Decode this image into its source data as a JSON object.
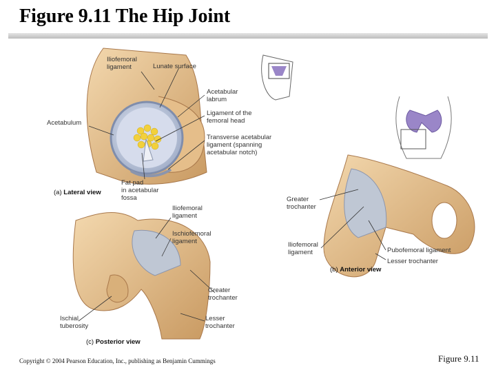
{
  "title": "Figure 9.11  The Hip Joint",
  "panels": {
    "lateral": {
      "letter": "(a)",
      "view": "Lateral view",
      "labels": {
        "iliofemoral": "Iliofemoral\nligament",
        "lunate": "Lunate surface",
        "labrum": "Acetabular\nlabrum",
        "lig_head": "Ligament of the\nfemoral head",
        "transverse": "Transverse acetabular\nligament (spanning\nacetabular notch)",
        "acetabulum": "Acetabulum",
        "fat_pad": "Fat pad\nin acetabular\nfossa"
      }
    },
    "anterior": {
      "letter": "(b)",
      "view": "Anterior view",
      "labels": {
        "greater": "Greater\ntrochanter",
        "iliofemoral": "Iliofemoral\nligament",
        "pubofemoral": "Pubofemoral ligament",
        "lesser": "Lesser trochanter"
      }
    },
    "posterior": {
      "letter": "(c)",
      "view": "Posterior view",
      "labels": {
        "iliofemoral": "Iliofemoral\nligament",
        "ischiofemoral": "Ischiofemoral\nligament",
        "greater": "Greater\ntrochanter",
        "ischial": "Ischial\ntuberosity",
        "lesser": "Lesser\ntrochanter"
      }
    }
  },
  "footer": {
    "copyright": "Copyright © 2004 Pearson Education, Inc., publishing as Benjamin Cummings",
    "figure_number": "Figure 9.11"
  },
  "colors": {
    "bone": "#e7c392",
    "bone_dark": "#b98a55",
    "ligament": "#b9c4d4",
    "cartilage": "#c8d3ea",
    "fat": "#f2d03c",
    "pelvis_icon": "#9a86c8"
  }
}
